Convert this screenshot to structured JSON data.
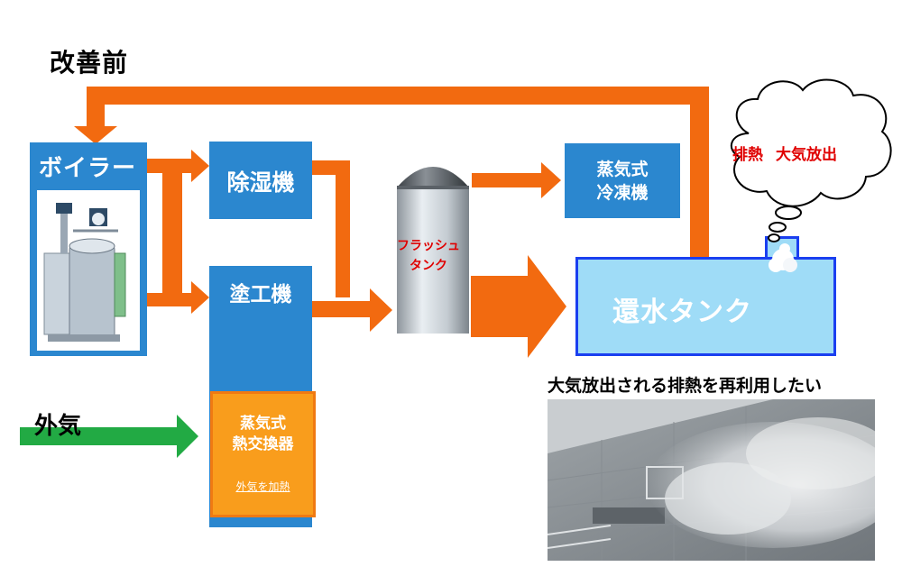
{
  "title": "改善前",
  "boiler": {
    "label": "ボイラー"
  },
  "dehumidifier": {
    "label": "除湿機"
  },
  "coater": {
    "label": "塗工機"
  },
  "heat_exchanger": {
    "line1": "蒸気式",
    "line2": "熱交換器",
    "note": "外気を加熱"
  },
  "flash_tank": {
    "line1": "フラッシュ",
    "line2": "タンク"
  },
  "chiller": {
    "line1": "蒸気式",
    "line2": "冷凍機"
  },
  "return_tank": {
    "label": "還水タンク"
  },
  "outside_air": {
    "label": "外気"
  },
  "exhaust_cloud": {
    "part1": "排熱",
    "part2": "大気放出"
  },
  "photo_caption": "大気放出される排熱を再利用したい",
  "colors": {
    "box_blue": "#2b87cf",
    "arrow_orange": "#f26a10",
    "arrow_green": "#22aa44",
    "tank_fill": "#9fdcf7",
    "tank_border": "#1a3ff0",
    "exchanger_orange": "#f99d1c",
    "alert_red": "#e00000"
  }
}
